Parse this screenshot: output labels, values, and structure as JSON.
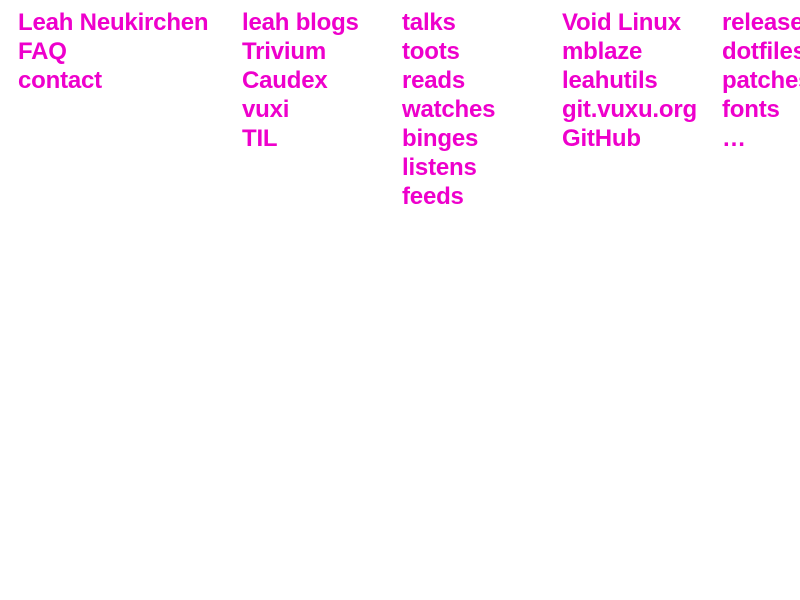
{
  "page": {
    "title": "Leah Neukirchen",
    "background_color": "#ffffff",
    "link_color": "#ee00cc"
  },
  "nav": {
    "columns": [
      {
        "name": "identity",
        "items": [
          {
            "label": "Leah Neukirchen"
          },
          {
            "label": "FAQ"
          },
          {
            "label": "contact"
          }
        ]
      },
      {
        "name": "writing",
        "items": [
          {
            "label": "leah blogs"
          },
          {
            "label": "Trivium"
          },
          {
            "label": "Caudex"
          },
          {
            "label": "vuxi"
          },
          {
            "label": "TIL"
          }
        ]
      },
      {
        "name": "media",
        "items": [
          {
            "label": "talks"
          },
          {
            "label": "toots"
          },
          {
            "label": "reads"
          },
          {
            "label": "watches"
          },
          {
            "label": "binges"
          },
          {
            "label": "listens"
          },
          {
            "label": "feeds"
          }
        ]
      },
      {
        "name": "projects",
        "items": [
          {
            "label": "Void Linux"
          },
          {
            "label": "mblaze"
          },
          {
            "label": "leahutils"
          },
          {
            "label": "git.vuxu.org"
          },
          {
            "label": "GitHub"
          }
        ]
      },
      {
        "name": "files",
        "items": [
          {
            "label": "releases"
          },
          {
            "label": "dotfiles"
          },
          {
            "label": "patches"
          },
          {
            "label": "fonts"
          }
        ],
        "more": {
          "label": "…"
        }
      }
    ]
  }
}
